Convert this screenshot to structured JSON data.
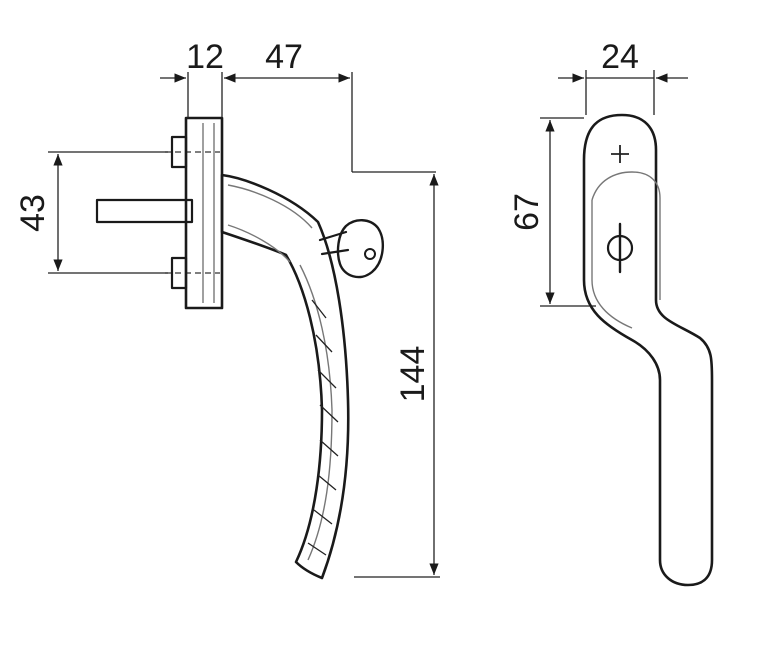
{
  "dimensions": {
    "rose_thickness": "12",
    "handle_projection": "47",
    "handle_length": "144",
    "spindle_spacing": "43",
    "handle_width": "24",
    "rose_length": "67"
  },
  "icons": {
    "key": "key-icon",
    "screw": "screw-head-icon",
    "lock_cylinder": "lock-cylinder-icon"
  }
}
